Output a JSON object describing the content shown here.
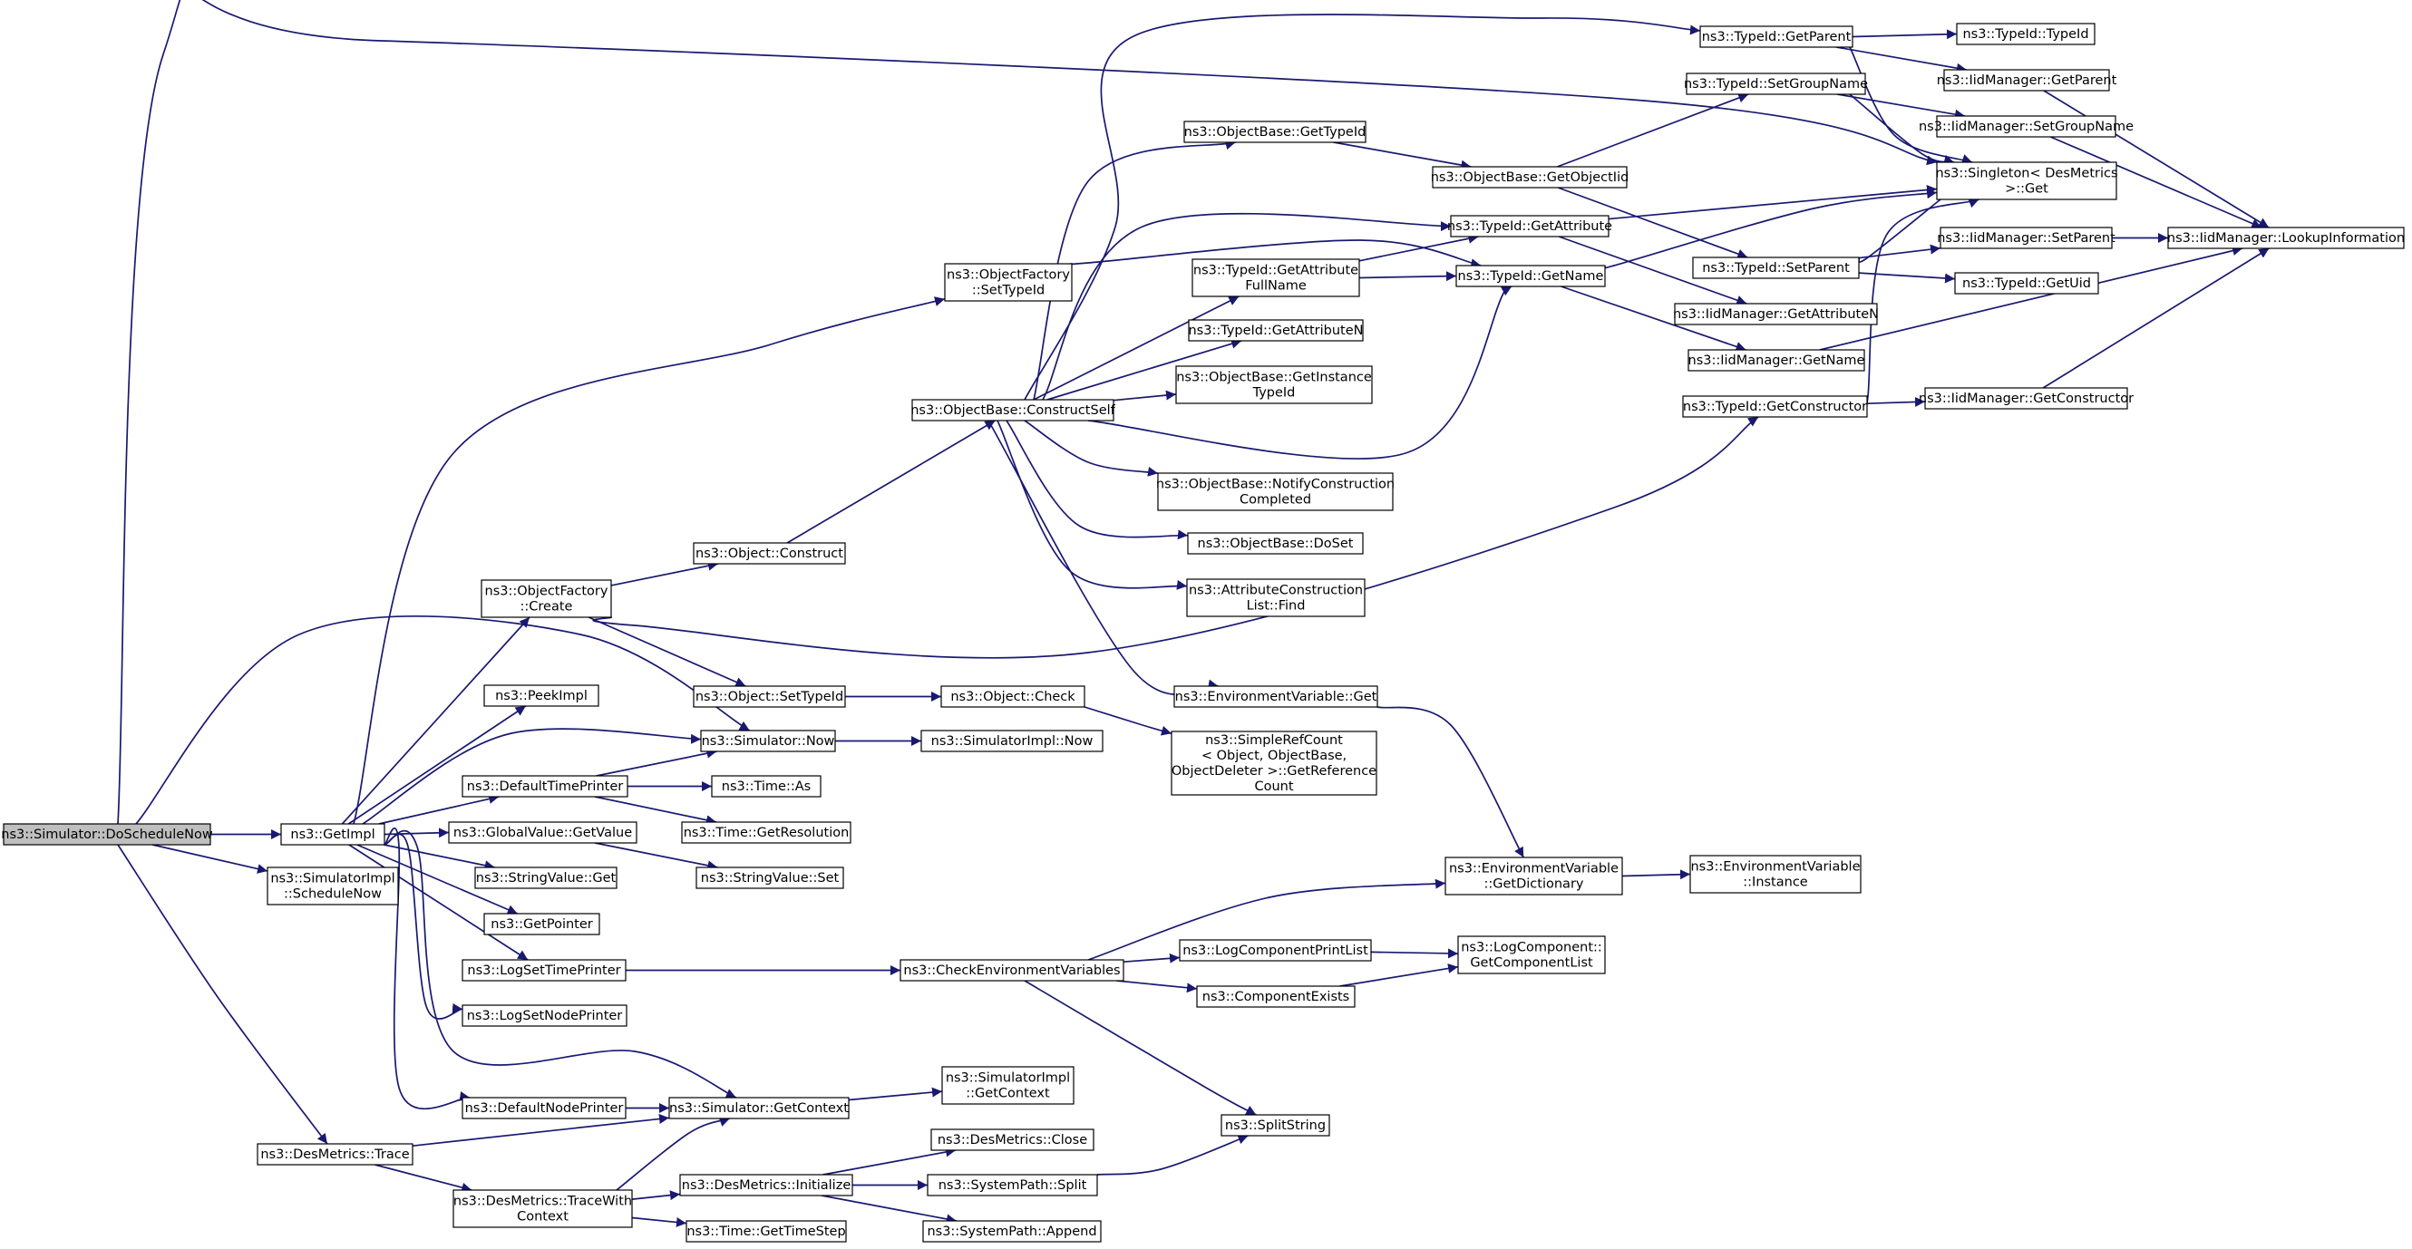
{
  "root": "simulator_doschedulenow",
  "nodes": [
    {
      "id": "simulator_doschedulenow",
      "lines": [
        "ns3::Simulator::DoScheduleNow"
      ]
    },
    {
      "id": "getimpl",
      "lines": [
        "ns3::GetImpl"
      ]
    },
    {
      "id": "simulatorimpl_schedulenow",
      "lines": [
        "ns3::SimulatorImpl",
        "::ScheduleNow"
      ]
    },
    {
      "id": "desmetrics_trace",
      "lines": [
        "ns3::DesMetrics::Trace"
      ]
    },
    {
      "id": "objectfactory_settypeid",
      "lines": [
        "ns3::ObjectFactory",
        "::SetTypeId"
      ]
    },
    {
      "id": "objectfactory_create",
      "lines": [
        "ns3::ObjectFactory",
        "::Create"
      ]
    },
    {
      "id": "peekimpl",
      "lines": [
        "ns3::PeekImpl"
      ]
    },
    {
      "id": "simulator_now",
      "lines": [
        "ns3::Simulator::Now"
      ]
    },
    {
      "id": "defaulttimeprinter",
      "lines": [
        "ns3::DefaultTimePrinter"
      ]
    },
    {
      "id": "globalvalue_getvalue",
      "lines": [
        "ns3::GlobalValue::GetValue"
      ]
    },
    {
      "id": "stringvalue_get",
      "lines": [
        "ns3::StringValue::Get"
      ]
    },
    {
      "id": "getpointer",
      "lines": [
        "ns3::GetPointer"
      ]
    },
    {
      "id": "logsettimeprinter",
      "lines": [
        "ns3::LogSetTimePrinter"
      ]
    },
    {
      "id": "logsetnodeprinter",
      "lines": [
        "ns3::LogSetNodePrinter"
      ]
    },
    {
      "id": "defaultnodeprinter",
      "lines": [
        "ns3::DefaultNodePrinter"
      ]
    },
    {
      "id": "simulator_getcontext",
      "lines": [
        "ns3::Simulator::GetContext"
      ]
    },
    {
      "id": "desmetrics_tracewithcontext",
      "lines": [
        "ns3::DesMetrics::TraceWith",
        "Context"
      ]
    },
    {
      "id": "object_construct",
      "lines": [
        "ns3::Object::Construct"
      ]
    },
    {
      "id": "object_settypeid",
      "lines": [
        "ns3::Object::SetTypeId"
      ]
    },
    {
      "id": "time_as",
      "lines": [
        "ns3::Time::As"
      ]
    },
    {
      "id": "time_getresolution",
      "lines": [
        "ns3::Time::GetResolution"
      ]
    },
    {
      "id": "stringvalue_set",
      "lines": [
        "ns3::StringValue::Set"
      ]
    },
    {
      "id": "desmetrics_initialize",
      "lines": [
        "ns3::DesMetrics::Initialize"
      ]
    },
    {
      "id": "time_gettimestep",
      "lines": [
        "ns3::Time::GetTimeStep"
      ]
    },
    {
      "id": "objectbase_constructself",
      "lines": [
        "ns3::ObjectBase::ConstructSelf"
      ]
    },
    {
      "id": "object_check",
      "lines": [
        "ns3::Object::Check"
      ]
    },
    {
      "id": "simulatorimpl_now",
      "lines": [
        "ns3::SimulatorImpl::Now"
      ]
    },
    {
      "id": "checkenvironmentvariables",
      "lines": [
        "ns3::CheckEnvironmentVariables"
      ]
    },
    {
      "id": "simulatorimpl_getcontext",
      "lines": [
        "ns3::SimulatorImpl",
        "::GetContext"
      ]
    },
    {
      "id": "desmetrics_close",
      "lines": [
        "ns3::DesMetrics::Close"
      ]
    },
    {
      "id": "systempath_split",
      "lines": [
        "ns3::SystemPath::Split"
      ]
    },
    {
      "id": "systempath_append",
      "lines": [
        "ns3::SystemPath::Append"
      ]
    },
    {
      "id": "objectbase_gettypeid",
      "lines": [
        "ns3::ObjectBase::GetTypeId"
      ]
    },
    {
      "id": "typeid_getattributefullname",
      "lines": [
        "ns3::TypeId::GetAttribute",
        "FullName"
      ]
    },
    {
      "id": "typeid_getattributen",
      "lines": [
        "ns3::TypeId::GetAttributeN"
      ]
    },
    {
      "id": "objectbase_getinstancetypeid",
      "lines": [
        "ns3::ObjectBase::GetInstance",
        "TypeId"
      ]
    },
    {
      "id": "objectbase_notifyconstructioncompleted",
      "lines": [
        "ns3::ObjectBase::NotifyConstruction",
        "Completed"
      ]
    },
    {
      "id": "objectbase_doset",
      "lines": [
        "ns3::ObjectBase::DoSet"
      ]
    },
    {
      "id": "attributeconstructionlist_find",
      "lines": [
        "ns3::AttributeConstruction",
        "List::Find"
      ]
    },
    {
      "id": "environmentvariable_get",
      "lines": [
        "ns3::EnvironmentVariable::Get"
      ]
    },
    {
      "id": "simplerefcount_getreferencecount",
      "lines": [
        "ns3::SimpleRefCount",
        "< Object, ObjectBase,",
        "ObjectDeleter >::GetReference",
        "Count"
      ]
    },
    {
      "id": "logcomponentprintlist",
      "lines": [
        "ns3::LogComponentPrintList"
      ]
    },
    {
      "id": "componentexists",
      "lines": [
        "ns3::ComponentExists"
      ]
    },
    {
      "id": "splitstring",
      "lines": [
        "ns3::SplitString"
      ]
    },
    {
      "id": "objectbase_getobjectiid",
      "lines": [
        "ns3::ObjectBase::GetObjectIid"
      ]
    },
    {
      "id": "typeid_getattribute",
      "lines": [
        "ns3::TypeId::GetAttribute"
      ]
    },
    {
      "id": "typeid_getname",
      "lines": [
        "ns3::TypeId::GetName"
      ]
    },
    {
      "id": "environmentvariable_getdictionary",
      "lines": [
        "ns3::EnvironmentVariable",
        "::GetDictionary"
      ]
    },
    {
      "id": "logcomponent_getcomponentlist",
      "lines": [
        "ns3::LogComponent::",
        "GetComponentList"
      ]
    },
    {
      "id": "typeid_getparent",
      "lines": [
        "ns3::TypeId::GetParent"
      ]
    },
    {
      "id": "typeid_setgroupname",
      "lines": [
        "ns3::TypeId::SetGroupName"
      ]
    },
    {
      "id": "typeid_setparent",
      "lines": [
        "ns3::TypeId::SetParent"
      ]
    },
    {
      "id": "iidmanager_getattributen",
      "lines": [
        "ns3::IidManager::GetAttributeN"
      ]
    },
    {
      "id": "iidmanager_getname",
      "lines": [
        "ns3::IidManager::GetName"
      ]
    },
    {
      "id": "typeid_getconstructor",
      "lines": [
        "ns3::TypeId::GetConstructor"
      ]
    },
    {
      "id": "environmentvariable_instance",
      "lines": [
        "ns3::EnvironmentVariable",
        "::Instance"
      ]
    },
    {
      "id": "typeid_typeid",
      "lines": [
        "ns3::TypeId::TypeId"
      ]
    },
    {
      "id": "iidmanager_getparent",
      "lines": [
        "ns3::IidManager::GetParent"
      ]
    },
    {
      "id": "iidmanager_setgroupname",
      "lines": [
        "ns3::IidManager::SetGroupName"
      ]
    },
    {
      "id": "singleton_desmetrics_get",
      "lines": [
        "ns3::Singleton< DesMetrics",
        ">::Get"
      ]
    },
    {
      "id": "iidmanager_setparent",
      "lines": [
        "ns3::IidManager::SetParent"
      ]
    },
    {
      "id": "typeid_getuid",
      "lines": [
        "ns3::TypeId::GetUid"
      ]
    },
    {
      "id": "iidmanager_getconstructor",
      "lines": [
        "ns3::IidManager::GetConstructor"
      ]
    },
    {
      "id": "iidmanager_lookupinformation",
      "lines": [
        "ns3::IidManager::LookupInformation"
      ]
    }
  ],
  "edges": [
    [
      "simulator_doschedulenow",
      "getimpl"
    ],
    [
      "simulator_doschedulenow",
      "simulatorimpl_schedulenow"
    ],
    [
      "simulator_doschedulenow",
      "desmetrics_trace"
    ],
    [
      "simulator_doschedulenow",
      "simulator_now"
    ],
    [
      "simulator_doschedulenow",
      "singleton_desmetrics_get"
    ],
    [
      "getimpl",
      "objectfactory_settypeid"
    ],
    [
      "getimpl",
      "objectfactory_create"
    ],
    [
      "getimpl",
      "peekimpl"
    ],
    [
      "getimpl",
      "simulator_now"
    ],
    [
      "getimpl",
      "defaulttimeprinter"
    ],
    [
      "getimpl",
      "globalvalue_getvalue"
    ],
    [
      "getimpl",
      "stringvalue_get"
    ],
    [
      "getimpl",
      "getpointer"
    ],
    [
      "getimpl",
      "logsettimeprinter"
    ],
    [
      "getimpl",
      "logsetnodeprinter"
    ],
    [
      "getimpl",
      "defaultnodeprinter"
    ],
    [
      "getimpl",
      "simulator_getcontext"
    ],
    [
      "objectfactory_settypeid",
      "typeid_getname"
    ],
    [
      "objectfactory_create",
      "object_construct"
    ],
    [
      "objectfactory_create",
      "object_settypeid"
    ],
    [
      "objectfactory_create",
      "typeid_getconstructor"
    ],
    [
      "simulator_now",
      "simulatorimpl_now"
    ],
    [
      "defaulttimeprinter",
      "simulator_now"
    ],
    [
      "defaulttimeprinter",
      "time_as"
    ],
    [
      "defaulttimeprinter",
      "time_getresolution"
    ],
    [
      "globalvalue_getvalue",
      "stringvalue_set"
    ],
    [
      "logsettimeprinter",
      "checkenvironmentvariables"
    ],
    [
      "defaultnodeprinter",
      "simulator_getcontext"
    ],
    [
      "simulator_getcontext",
      "simulatorimpl_getcontext"
    ],
    [
      "desmetrics_trace",
      "simulator_getcontext"
    ],
    [
      "desmetrics_trace",
      "desmetrics_tracewithcontext"
    ],
    [
      "desmetrics_tracewithcontext",
      "simulator_getcontext"
    ],
    [
      "desmetrics_tracewithcontext",
      "desmetrics_initialize"
    ],
    [
      "desmetrics_tracewithcontext",
      "time_gettimestep"
    ],
    [
      "object_construct",
      "objectbase_constructself"
    ],
    [
      "object_settypeid",
      "object_check"
    ],
    [
      "object_check",
      "simplerefcount_getreferencecount"
    ],
    [
      "desmetrics_initialize",
      "desmetrics_close"
    ],
    [
      "desmetrics_initialize",
      "systempath_split"
    ],
    [
      "desmetrics_initialize",
      "systempath_append"
    ],
    [
      "systempath_split",
      "splitstring"
    ],
    [
      "checkenvironmentvariables",
      "logcomponentprintlist"
    ],
    [
      "checkenvironmentvariables",
      "componentexists"
    ],
    [
      "checkenvironmentvariables",
      "splitstring"
    ],
    [
      "checkenvironmentvariables",
      "environmentvariable_getdictionary"
    ],
    [
      "logcomponentprintlist",
      "logcomponent_getcomponentlist"
    ],
    [
      "componentexists",
      "logcomponent_getcomponentlist"
    ],
    [
      "objectbase_constructself",
      "objectbase_gettypeid"
    ],
    [
      "objectbase_constructself",
      "typeid_getattributefullname"
    ],
    [
      "objectbase_constructself",
      "typeid_getattributen"
    ],
    [
      "objectbase_constructself",
      "objectbase_getinstancetypeid"
    ],
    [
      "objectbase_constructself",
      "objectbase_notifyconstructioncompleted"
    ],
    [
      "objectbase_constructself",
      "objectbase_doset"
    ],
    [
      "objectbase_constructself",
      "attributeconstructionlist_find"
    ],
    [
      "objectbase_constructself",
      "environmentvariable_get"
    ],
    [
      "objectbase_constructself",
      "typeid_getattribute"
    ],
    [
      "objectbase_constructself",
      "typeid_getname"
    ],
    [
      "objectbase_constructself",
      "typeid_getparent"
    ],
    [
      "objectbase_gettypeid",
      "objectbase_getobjectiid"
    ],
    [
      "typeid_getattributefullname",
      "typeid_getattribute"
    ],
    [
      "typeid_getattributefullname",
      "typeid_getname"
    ],
    [
      "environmentvariable_get",
      "environmentvariable_getdictionary"
    ],
    [
      "environmentvariable_getdictionary",
      "environmentvariable_instance"
    ],
    [
      "objectbase_getobjectiid",
      "typeid_setgroupname"
    ],
    [
      "objectbase_getobjectiid",
      "typeid_setparent"
    ],
    [
      "typeid_getattribute",
      "singleton_desmetrics_get"
    ],
    [
      "typeid_getattribute",
      "iidmanager_getattributen"
    ],
    [
      "typeid_getname",
      "singleton_desmetrics_get"
    ],
    [
      "typeid_getname",
      "iidmanager_getname"
    ],
    [
      "typeid_getparent",
      "typeid_typeid"
    ],
    [
      "typeid_getparent",
      "iidmanager_getparent"
    ],
    [
      "typeid_getparent",
      "singleton_desmetrics_get"
    ],
    [
      "typeid_setgroupname",
      "iidmanager_setgroupname"
    ],
    [
      "typeid_setgroupname",
      "singleton_desmetrics_get"
    ],
    [
      "typeid_setparent",
      "singleton_desmetrics_get"
    ],
    [
      "typeid_setparent",
      "iidmanager_setparent"
    ],
    [
      "typeid_setparent",
      "typeid_getuid"
    ],
    [
      "iidmanager_getname",
      "iidmanager_lookupinformation"
    ],
    [
      "typeid_getconstructor",
      "iidmanager_getconstructor"
    ],
    [
      "typeid_getconstructor",
      "singleton_desmetrics_get"
    ],
    [
      "iidmanager_getparent",
      "iidmanager_lookupinformation"
    ],
    [
      "iidmanager_setgroupname",
      "iidmanager_lookupinformation"
    ],
    [
      "iidmanager_setparent",
      "iidmanager_lookupinformation"
    ],
    [
      "iidmanager_getconstructor",
      "iidmanager_lookupinformation"
    ]
  ]
}
